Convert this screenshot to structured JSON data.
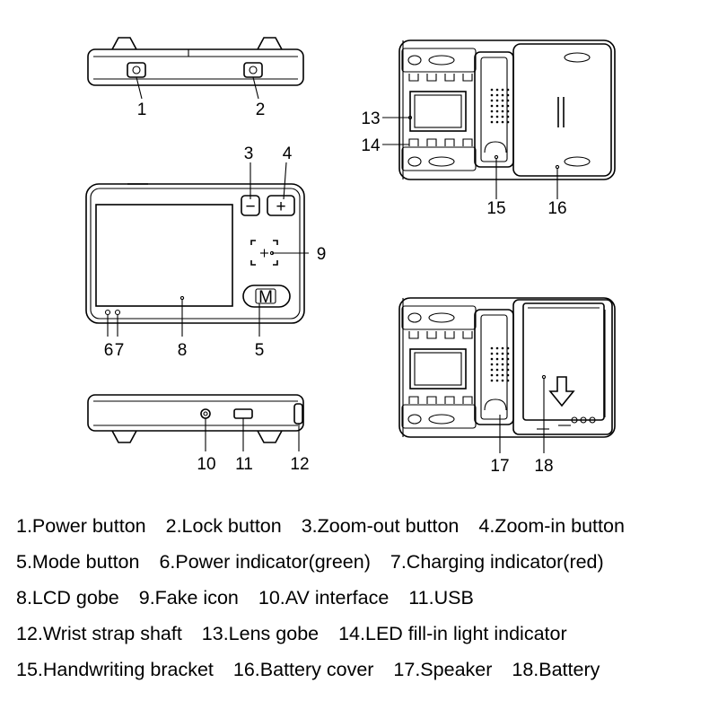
{
  "callouts": [
    "1",
    "2",
    "3",
    "4",
    "5",
    "6",
    "7",
    "8",
    "9",
    "10",
    "11",
    "12",
    "13",
    "14",
    "15",
    "16",
    "17",
    "18"
  ],
  "legend_rows": [
    [
      "1.Power button",
      "2.Lock button",
      "3.Zoom-out button",
      "4.Zoom-in button"
    ],
    [
      "5.Mode button",
      "6.Power indicator(green)",
      "7.Charging indicator(red)"
    ],
    [
      "8.LCD gobe",
      "9.Fake icon",
      "10.AV interface",
      "11.USB"
    ],
    [
      "12.Wrist strap shaft",
      "13.Lens gobe",
      "14.LED fill-in light indicator"
    ],
    [
      "15.Handwriting bracket",
      "16.Battery cover",
      "17.Speaker",
      "18.Battery"
    ]
  ],
  "button_glyphs": {
    "zoom_out": "−",
    "zoom_in": "+",
    "mode": "M"
  }
}
